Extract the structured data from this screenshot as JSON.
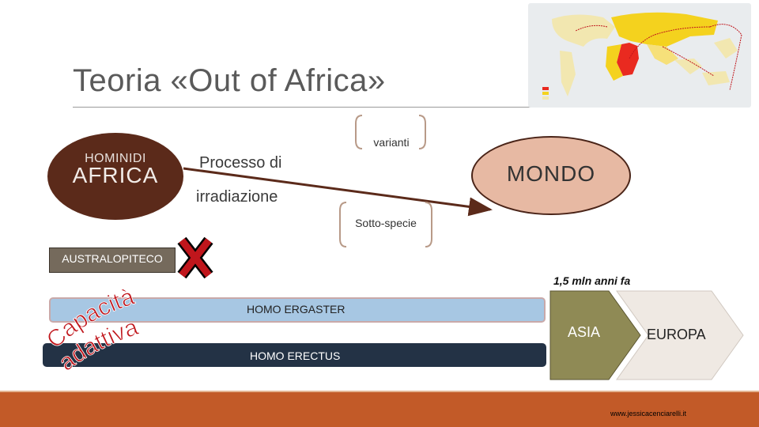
{
  "title": "Teoria «Out of Africa»",
  "left_node": {
    "small_label": "HOMINIDI",
    "large_label": "AFRICA"
  },
  "process_label_top": "Processo di",
  "process_label_bottom": "irradiazione",
  "bracket_top_label": "varianti",
  "bracket_bottom_label": "Sotto-specie",
  "target_node": "MONDO",
  "australopithecus": "AUSTRALOPITECO",
  "adaptive_capacity": "Capacità adattiva",
  "bars": {
    "ergaster": "HOMO ERGASTER",
    "erectus": "HOMO ERECTUS"
  },
  "timeline": {
    "date": "1,5 mln anni fa",
    "steps": [
      "ASIA",
      "EUROPA"
    ]
  },
  "footer": {
    "website": "www.jessicacenciarelli.it"
  },
  "colors": {
    "africa_oval": "#5b2a1a",
    "mondo_oval": "#e7b9a3",
    "arrow": "#5b2a1a",
    "cross": "#c0161c",
    "capacity_text": "#c0161c",
    "ergaster_bar": "#a7c7e3",
    "erectus_bar": "#233245",
    "asia_chevron": "#8f8a55",
    "europa_chevron": "#efe9e3",
    "footer_band": "#c25a28"
  }
}
